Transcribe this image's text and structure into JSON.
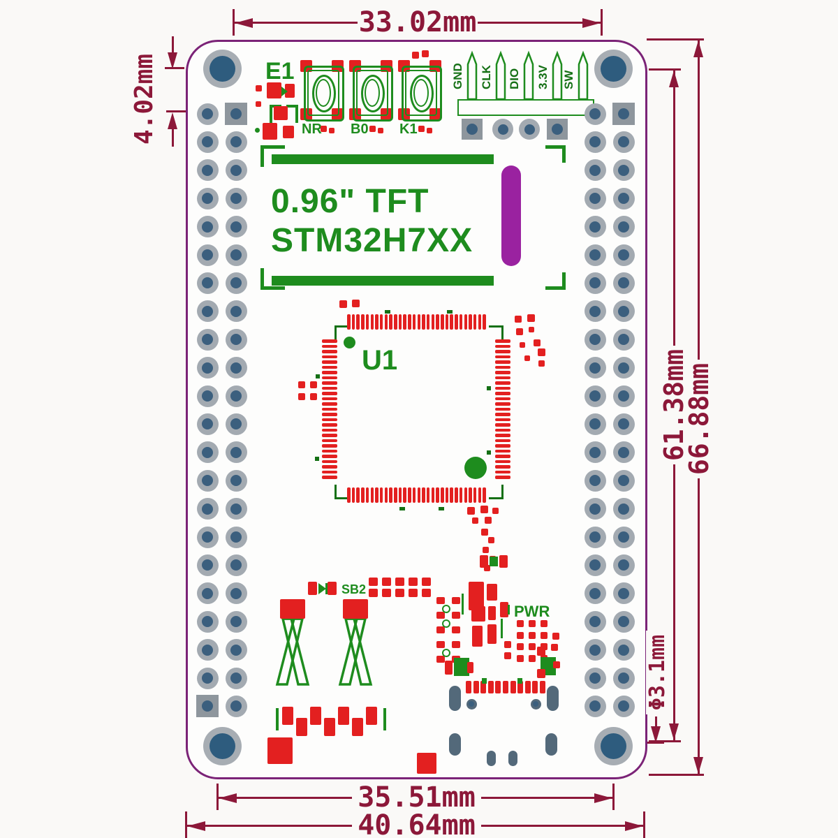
{
  "diagram": {
    "type": "pcb-dimension-drawing",
    "board_title": "0.96\" TFT STM32H7XX development board, top view with dimensions"
  },
  "dimensions": {
    "top_width": "33.02mm",
    "top_pin_offset": "4.02mm",
    "right_inner_height": "61.38mm",
    "right_outer_height": "66.88mm",
    "hole_diameter": "Φ3.1mm",
    "bottom_inner_width": "35.51mm",
    "bottom_outer_width": "40.64mm"
  },
  "silkscreen": {
    "encoder_label": "E1",
    "button_labels": [
      "NR",
      "B0",
      "K1"
    ],
    "header_pin_labels": [
      "GND",
      "CLK",
      "DIO",
      "3.3V",
      "SW"
    ],
    "display_label_line1": "0.96\" TFT",
    "display_label_line2": "STM32H7XX",
    "mcu_label": "U1",
    "solder_bridge_label": "SB2",
    "power_label": "PWR"
  },
  "board": {
    "pin_rows_per_column": 22,
    "pin_columns": 4,
    "mounting_hole_count": 4,
    "qfp_pad_count_top": 30,
    "qfp_pad_count_side": 27,
    "header_pin_count": 5,
    "usb_pad_count": 11,
    "button_count": 3
  },
  "colors": {
    "background": "#faf9f7",
    "board_fill": "#fdfdfc",
    "board_outline": "#7b2377",
    "silkscreen_green": "#1e8c1e",
    "silkscreen_dark_green": "#157015",
    "pad_red": "#e32020",
    "dimension": "#8c1839",
    "hole_ring": "#a7adb3",
    "hole_center": "#2e5c7e",
    "pad_ring": "#a3aab1",
    "pad_center": "#3b5f7e",
    "square_pad": "#8e969d",
    "usb_shell": "#53697a",
    "purple_bar": "#9a22a0"
  }
}
